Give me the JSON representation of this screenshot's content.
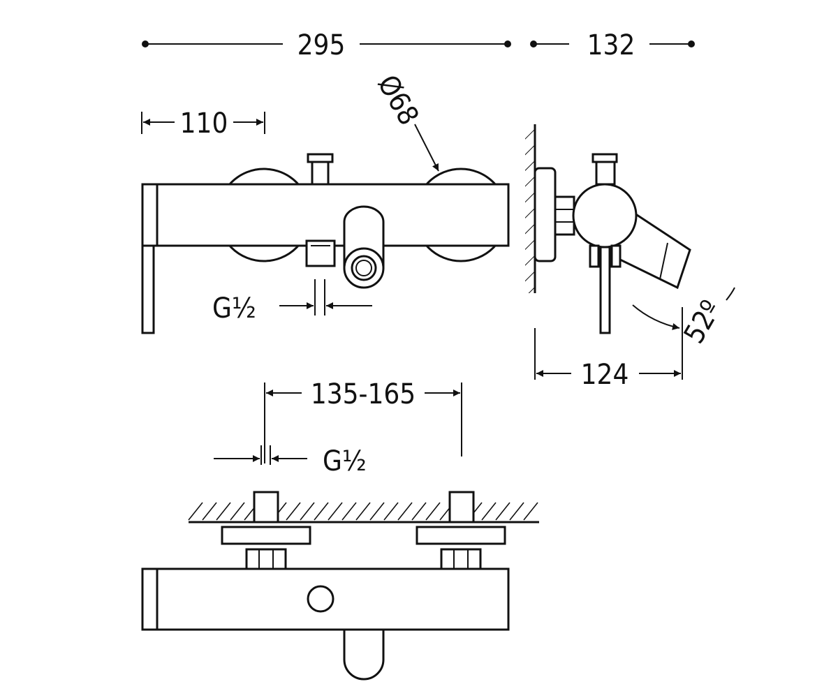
{
  "dimensions": {
    "overall_width": "295",
    "depth": "132",
    "handle_to_cap": "110",
    "handle_diameter": "Ø68",
    "inlet_thread_front": "G½",
    "spout_reach": "124",
    "spout_angle": "52º",
    "inlet_spacing": "135-165",
    "inlet_thread_top": "G½"
  },
  "colors": {
    "line": "#111111",
    "background": "#ffffff"
  }
}
